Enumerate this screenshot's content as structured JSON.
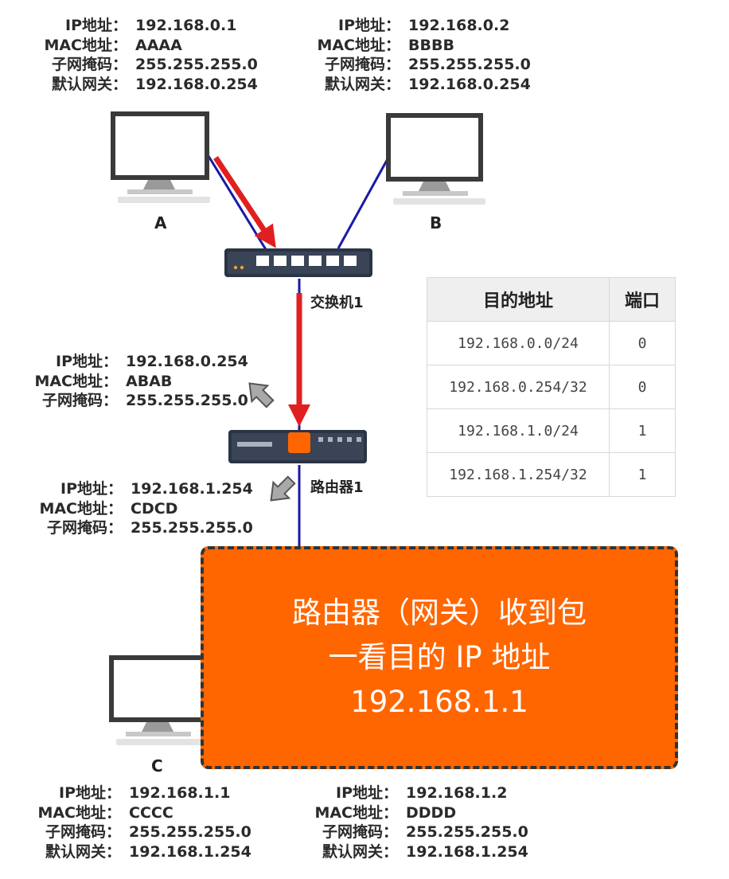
{
  "hosts": {
    "A": {
      "label": "A",
      "ip_key": "IP地址：",
      "ip": "192.168.0.1",
      "mac_key": "MAC地址：",
      "mac": "AAAA",
      "mask_key": "子网掩码：",
      "mask": "255.255.255.0",
      "gw_key": "默认网关：",
      "gw": "192.168.0.254"
    },
    "B": {
      "label": "B",
      "ip_key": "IP地址：",
      "ip": "192.168.0.2",
      "mac_key": "MAC地址：",
      "mac": "BBBB",
      "mask_key": "子网掩码：",
      "mask": "255.255.255.0",
      "gw_key": "默认网关：",
      "gw": "192.168.0.254"
    },
    "C": {
      "label": "C",
      "ip_key": "IP地址：",
      "ip": "192.168.1.1",
      "mac_key": "MAC地址：",
      "mac": "CCCC",
      "mask_key": "子网掩码：",
      "mask": "255.255.255.0",
      "gw_key": "默认网关：",
      "gw": "192.168.1.254"
    },
    "D": {
      "ip_key": "IP地址：",
      "ip": "192.168.1.2",
      "mac_key": "MAC地址：",
      "mac": "DDDD",
      "mask_key": "子网掩码：",
      "mask": "255.255.255.0",
      "gw_key": "默认网关：",
      "gw": "192.168.1.254"
    }
  },
  "router_ports": {
    "port0": {
      "ip_key": "IP地址：",
      "ip": "192.168.0.254",
      "mac_key": "MAC地址：",
      "mac": "ABAB",
      "mask_key": "子网掩码：",
      "mask": "255.255.255.0"
    },
    "port1": {
      "ip_key": "IP地址：",
      "ip": "192.168.1.254",
      "mac_key": "MAC地址：",
      "mac": "CDCD",
      "mask_key": "子网掩码：",
      "mask": "255.255.255.0"
    }
  },
  "devices": {
    "switch_label": "交换机1",
    "router_label": "路由器1"
  },
  "routing_table": {
    "headers": [
      "目的地址",
      "端口"
    ],
    "rows": [
      [
        "192.168.0.0/24",
        "0"
      ],
      [
        "192.168.0.254/32",
        "0"
      ],
      [
        "192.168.1.0/24",
        "1"
      ],
      [
        "192.168.1.254/32",
        "1"
      ]
    ]
  },
  "callout": {
    "line1": "路由器（网关）收到包",
    "line2": "一看目的 IP 地址",
    "line3": "192.168.1.1"
  },
  "colors": {
    "link": "#1a1aa6",
    "packet_arrow": "#e02020",
    "gray_arrow": "#999999",
    "router_port": "#ff6600",
    "callout_bg": "#ff6600",
    "device_dark": "#2b3445"
  }
}
